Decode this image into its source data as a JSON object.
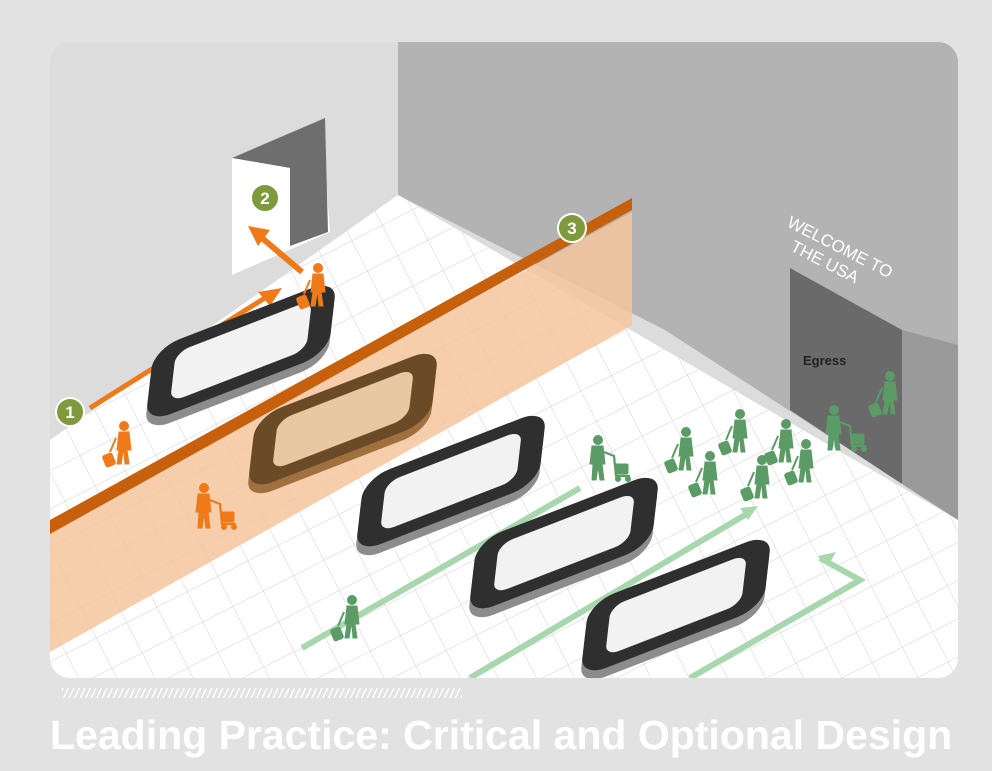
{
  "title": "Leading Practice: Critical and Optional Design",
  "sign": {
    "line1": "WELCOME TO",
    "line2": "THE USA"
  },
  "door_label": "Egress",
  "markers": [
    {
      "label": "1",
      "icon": "step-1-marker"
    },
    {
      "label": "2",
      "icon": "step-2-marker"
    },
    {
      "label": "3",
      "icon": "step-3-marker"
    }
  ],
  "colors": {
    "orange": "#ee7a1a",
    "dark_orange": "#c6600c",
    "green": "#5a9b66",
    "light_green": "#a8d6ae",
    "marker_green": "#7e9a3c",
    "wall": "#b6b6b6",
    "floor": "#ffffff"
  },
  "icons": {
    "carousel": "baggage-carousel-icon",
    "traveler": "traveler-icon",
    "traveler_with_cart": "traveler-with-cart-icon"
  }
}
